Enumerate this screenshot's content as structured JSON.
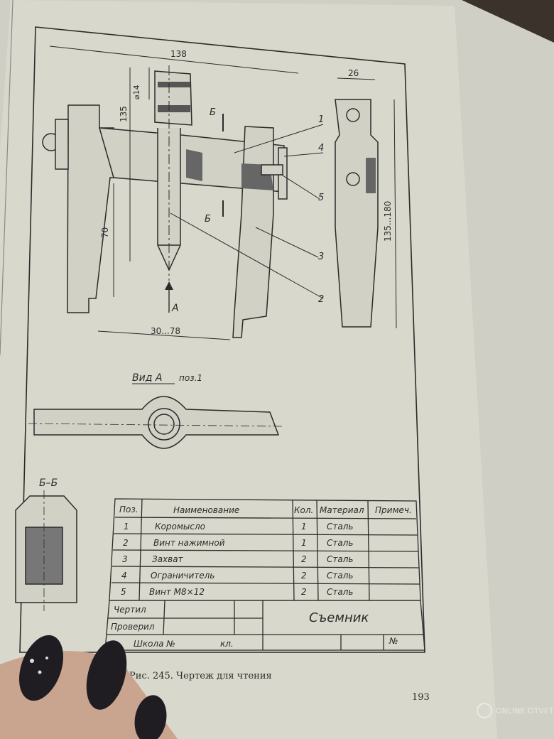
{
  "dimensions": {
    "overall_width": "138",
    "shaft_dia": "⌀14",
    "height_135": "135",
    "height_70": "70",
    "side_width": "26",
    "side_height": "135...180",
    "span": "30...78"
  },
  "section_marks": {
    "b_top": "Б",
    "b_bottom": "Б",
    "view_arrow": "А"
  },
  "leaders": [
    "1",
    "4",
    "5",
    "3",
    "2"
  ],
  "view_a": {
    "title": "Вид А",
    "sub": "поз.1"
  },
  "section_bb": {
    "title": "Б–Б"
  },
  "parts_table": {
    "headers": [
      "Поз.",
      "Наименование",
      "Кол.",
      "Материал",
      "Примеч."
    ],
    "rows": [
      [
        "1",
        "Коромысло",
        "1",
        "Сталь",
        ""
      ],
      [
        "2",
        "Винт нажимной",
        "1",
        "Сталь",
        ""
      ],
      [
        "3",
        "Захват",
        "2",
        "Сталь",
        ""
      ],
      [
        "4",
        "Ограничитель",
        "2",
        "Сталь",
        ""
      ],
      [
        "5",
        "Винт М8×12",
        "2",
        "Сталь",
        ""
      ]
    ]
  },
  "title_block": {
    "drawn": "Чертил",
    "checked": "Проверил",
    "school": "Школа №",
    "class": "кл.",
    "number": "№",
    "name": "Съемник"
  },
  "caption": "Рис. 245. Чертеж для чтения",
  "page_number": "193",
  "watermark": "ONLINE OTVET.RU",
  "colors": {
    "paper": "#d9d8cc",
    "ink": "#2b2b2b",
    "background": "#3a322b",
    "nail": "#1f1d22"
  }
}
